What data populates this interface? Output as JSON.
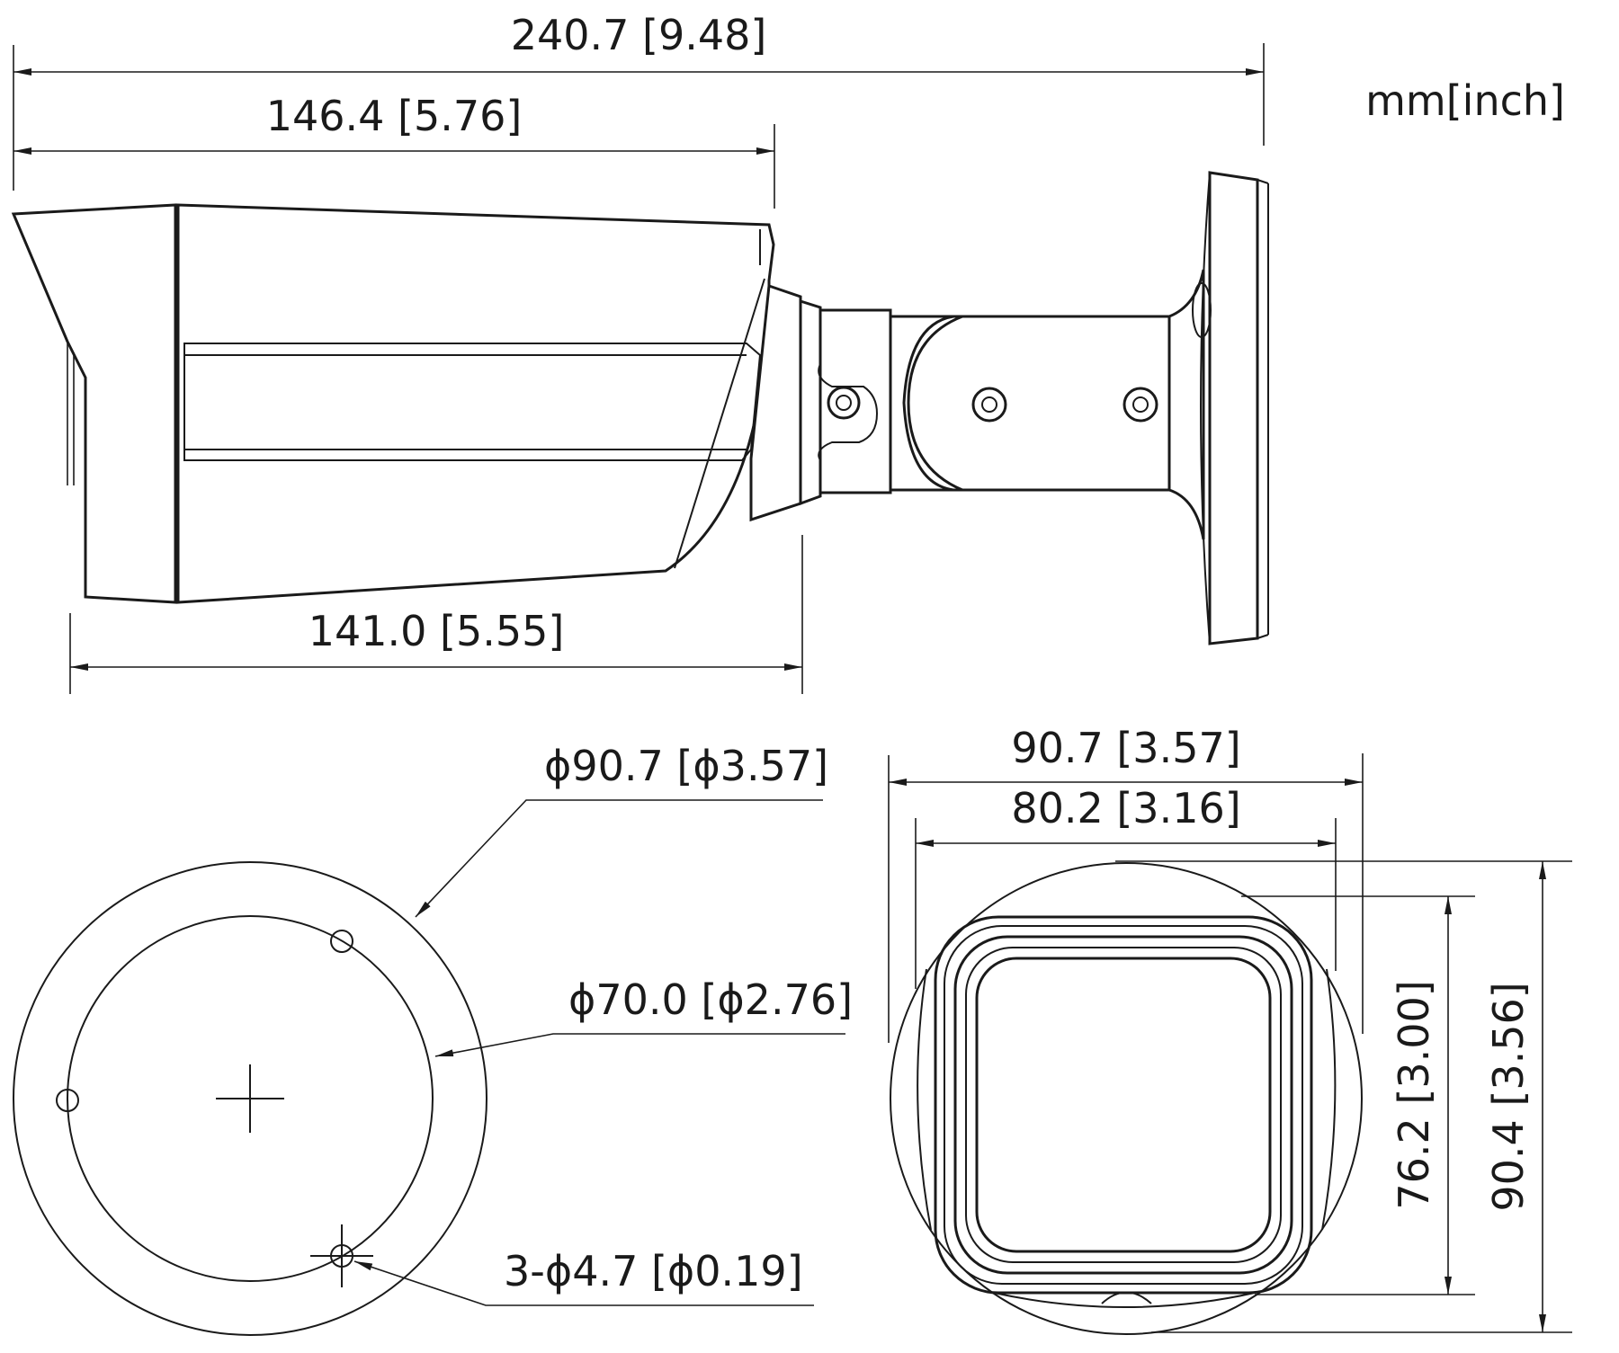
{
  "units": "mm[inch]",
  "dimensions": {
    "overall_length": "240.7 [9.48]",
    "housing_length": "146.4 [5.76]",
    "body_length": "141.0 [5.55]",
    "base_diameter": "ϕ90.7 [ϕ3.57]",
    "hole_circle_diameter": "ϕ70.0 [ϕ2.76]",
    "mount_holes": "3-ϕ4.7 [ϕ0.19]",
    "front_width_outer": "90.7 [3.57]",
    "front_width_inner": "80.2 [3.16]",
    "front_height_inner": "76.2 [3.00]",
    "front_height_outer": "90.4 [3.56]"
  }
}
